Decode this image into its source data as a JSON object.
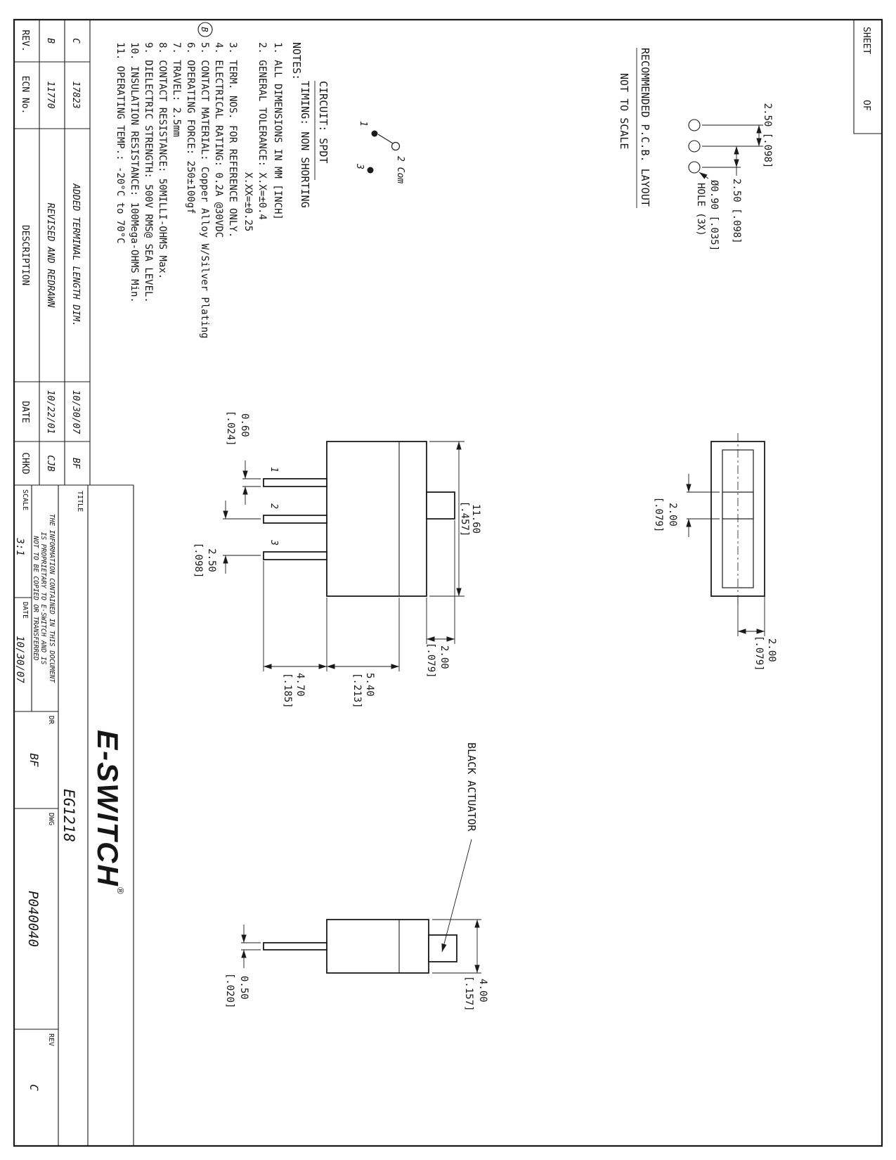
{
  "sheet_box": {
    "sheet": "SHEET",
    "of": "OF"
  },
  "revision_table": {
    "headers": {
      "rev": "REV.",
      "ecn": "ECN No.",
      "description": "DESCRIPTION",
      "date": "DATE",
      "chkd": "CHKD"
    },
    "rows": [
      {
        "rev": "C",
        "ecn": "17823",
        "description": "ADDED TERMINAL LENGTH DIM.",
        "date": "10/30/07",
        "chkd": "BF"
      },
      {
        "rev": "B",
        "ecn": "11770",
        "description": "REVISED AND REDRAWN",
        "date": "10/22/01",
        "chkd": "CJB"
      }
    ]
  },
  "notes": {
    "heading": "NOTES:",
    "balloon": "B",
    "items": [
      "1. ALL DIMENSIONS IN MM [INCH]",
      "2. GENERAL TOLERANCE: X.X=±0.4",
      "X.XX=±0.25",
      "3. TERM. NOS. FOR REFERENCE ONLY.",
      "4. ELECTRICAL RATING: 0.2A @30VDC",
      "5. CONTACT MATERIAL: Copper Alloy W/Silver Plating",
      "6. OPERATING FORCE: 250±100gf",
      "7. TRAVEL: 2.5mm",
      "8. CONTACT RESISTANCE: 50MILLI-OHMS Max.",
      "9. DIELECTRIC STRENGTH: 500V RMS@ SEA LEVEL.",
      "10. INSULATION RESISTANCE: 100Mega-OHMS Min.",
      "11. OPERATING TEMP.: -20°C to 70°C"
    ]
  },
  "circuit": {
    "title": "CIRCUIT:  SPDT",
    "timing": "TIMING: NON SHORTING",
    "t1": "1",
    "t3": "3",
    "t2": "2 Com"
  },
  "pcb_layout": {
    "title": "RECOMMENDED P.C.B. LAYOUT",
    "subtitle": "NOT TO SCALE",
    "pitch1": "2.50 [.098]",
    "pitch2": "2.50 [.098]",
    "hole_dia": "Ø0.90 [.035]",
    "hole_qty": "HOLE (3X)"
  },
  "views": {
    "pin1": "1",
    "pin2": "2",
    "pin3": "3",
    "black_actuator": "BLACK ACTUATOR",
    "dims": {
      "body_length": {
        "mm": "11.60",
        "in": "[.457]"
      },
      "actuator_height": {
        "mm": "2.00",
        "in": "[.079]"
      },
      "upper_body": {
        "mm": "5.40",
        "in": "[.213]"
      },
      "terminal_length": {
        "mm": "4.70",
        "in": "[.185]"
      },
      "terminal_thickness": {
        "mm": "0.60",
        "in": "[.024]"
      },
      "terminal_pitch": {
        "mm": "2.50",
        "in": "[.098]"
      },
      "top_half_width": {
        "mm": "2.00",
        "in": "[.079]"
      },
      "actuator_width": {
        "mm": "2.00",
        "in": "[.079]"
      },
      "body_width": {
        "mm": "4.00",
        "in": "[.157]"
      },
      "side_terminal_thickness": {
        "mm": "0.50",
        "in": "[.020]"
      }
    }
  },
  "title_block": {
    "logo": "E-SWITCH",
    "registered": "®",
    "title_label": "TITLE",
    "part_number": "EG1218",
    "proprietary": [
      "THE INFORMATION CONTAINED IN THIS DOCUMENT",
      "IS PROPRIETARY TO E-SWITCH AND IS",
      "NOT TO BE COPIED OR TRANSFERRED"
    ],
    "scale_label": "SCALE",
    "scale": "3:1",
    "date_label": "DATE",
    "date": "10/30/07",
    "dr_label": "DR",
    "drawn_by": "BF",
    "dwg_label": "DWG",
    "drawing_number": "P040040",
    "rev_label": "REV",
    "revision": "C"
  }
}
